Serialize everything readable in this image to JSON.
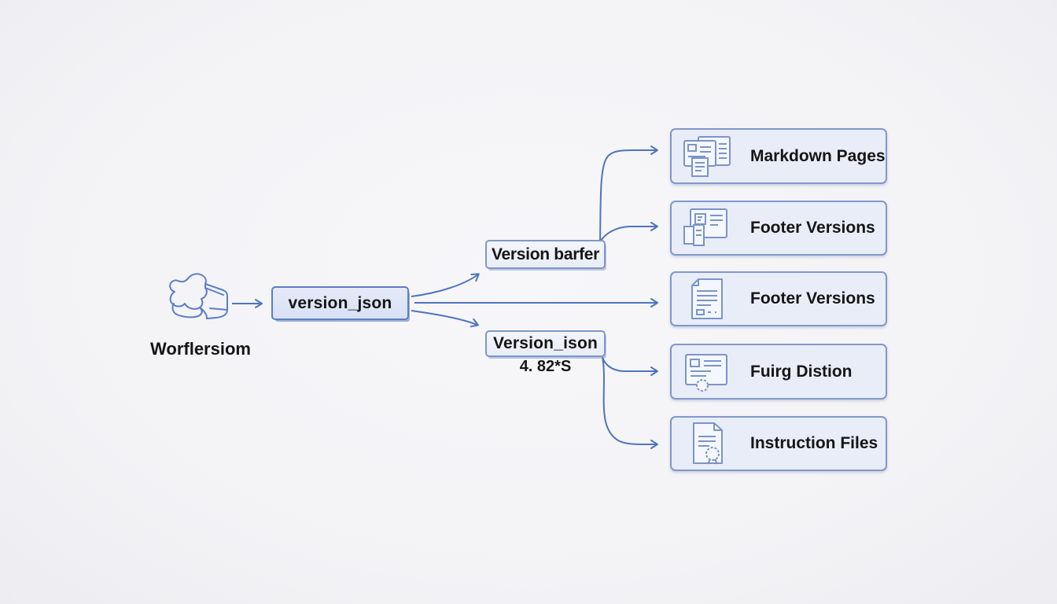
{
  "diagram": {
    "source": {
      "label": "Worflersiom",
      "icon": "puzzle-3d-icon"
    },
    "root": {
      "label": "version_json"
    },
    "mid": [
      {
        "id": "version-barfer",
        "label": "Version barfer"
      },
      {
        "id": "version-ison",
        "label": "Version_ison",
        "sublabel": "4. 82*S"
      }
    ],
    "outputs": [
      {
        "id": "markdown-pages",
        "label": "Markdown Pages",
        "icon": "pages-stack-icon"
      },
      {
        "id": "footer-versions-window",
        "label": "Footer Versions",
        "icon": "window-panels-icon"
      },
      {
        "id": "footer-versions-document",
        "label": "Footer Versions",
        "icon": "document-lines-icon"
      },
      {
        "id": "fuirg-distion",
        "label": "Fuirg Distion",
        "icon": "card-seal-icon"
      },
      {
        "id": "instruction-files",
        "label": "Instruction Files",
        "icon": "file-ribbon-icon"
      }
    ],
    "edges": [
      {
        "from": "worflersiom",
        "to": "version_json"
      },
      {
        "from": "version_json",
        "to": "version-barfer"
      },
      {
        "from": "version_json",
        "to": "footer-versions-document"
      },
      {
        "from": "version_json",
        "to": "version-ison"
      },
      {
        "from": "version-barfer",
        "to": "markdown-pages"
      },
      {
        "from": "version-barfer",
        "to": "footer-versions-window"
      },
      {
        "from": "version-ison",
        "to": "fuirg-distion"
      },
      {
        "from": "version-ison",
        "to": "instruction-files"
      }
    ],
    "colors": {
      "background": "#f4f5f7",
      "accent": "#5b7ec8",
      "arrow": "#4e74bd",
      "node_border": "#8298cb",
      "node_fill": "#e9edf8",
      "text": "#151515"
    }
  }
}
